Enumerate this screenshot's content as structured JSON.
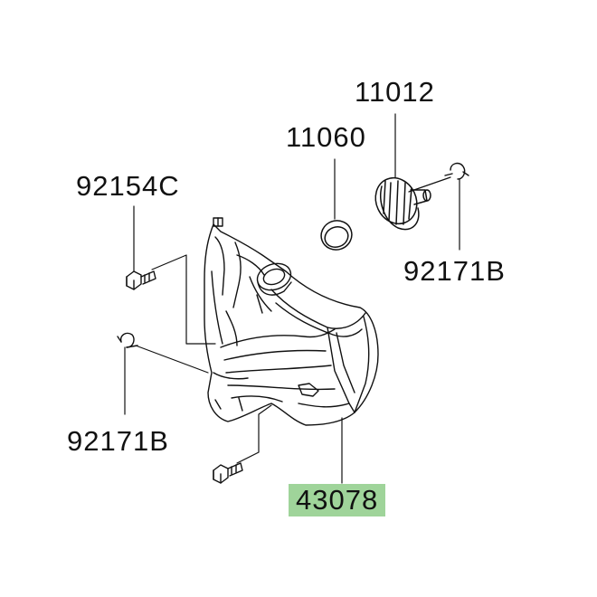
{
  "diagram": {
    "highlight_color": "#9fd49a",
    "line_color": "#111111",
    "labels": {
      "cap": "11012",
      "gasket": "11060",
      "bolt": "92154C",
      "clamp_right": "92171B",
      "clamp_left": "92171B",
      "tank": "43078"
    },
    "highlighted_part": "43078"
  }
}
